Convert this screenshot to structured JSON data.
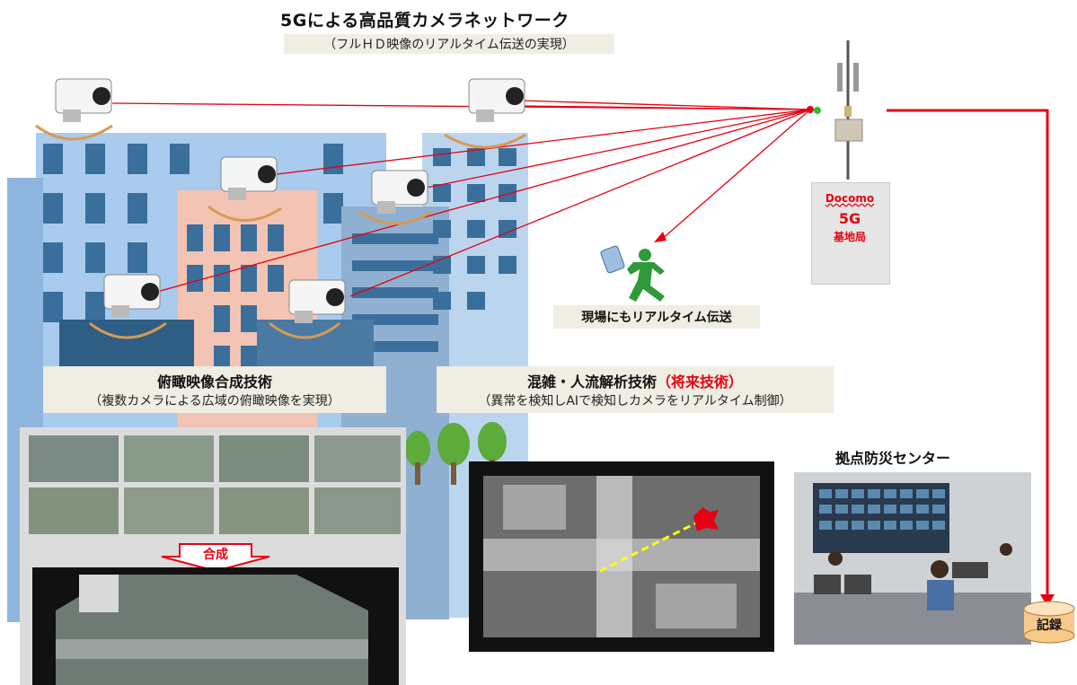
{
  "header": {
    "title": "5Gによる高品質カメラネットワーク",
    "subtitle": "（フルＨＤ映像のリアルタイム伝送の実現）"
  },
  "base_station": {
    "brand": "Docomo",
    "network": "5G",
    "label": "基地局"
  },
  "field": {
    "label": "現場にもリアルタイム伝送"
  },
  "tech_left": {
    "title": "俯瞰映像合成技術",
    "desc": "（複数カメラによる広域の俯瞰映像を実現）"
  },
  "tech_right": {
    "title": "混雑・人流解析技術",
    "title_future": "（将来技術）",
    "desc": "（異常を検知しAIで検知しカメラをリアルタイム制御）"
  },
  "composite": {
    "arrow_label": "合成"
  },
  "center": {
    "title": "拠点防災センター"
  },
  "storage": {
    "label": "記録"
  },
  "colors": {
    "signal_red": "#e60012",
    "panel_beige": "#f0ede2",
    "building_blue": "#9ec3e8",
    "pink_building": "#f3c4b4",
    "tree_green": "#5cab3b"
  }
}
